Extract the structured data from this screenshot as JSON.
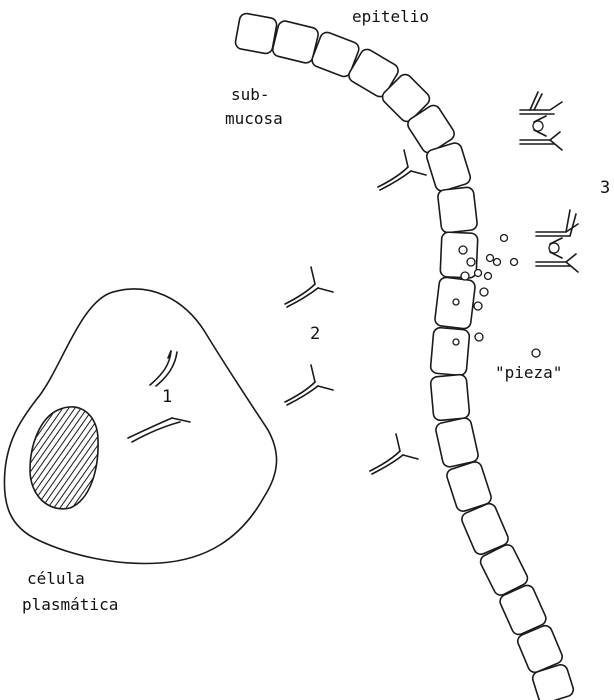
{
  "labels": {
    "epitelio": "epitelio",
    "sub_line1": "sub-",
    "sub_line2": "mucosa",
    "num1": "1",
    "num2": "2",
    "num3": "3",
    "pieza": "\"pieza\"",
    "cell_line1": "célula",
    "cell_line2": "plasmática"
  },
  "colors": {
    "ink": "#1a1a1a",
    "background": "#ffffff"
  }
}
